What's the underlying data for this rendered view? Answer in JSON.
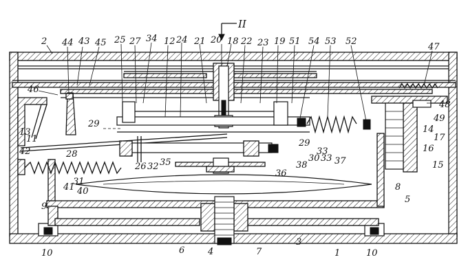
{
  "section_mark": "II",
  "labels": [
    "2",
    "44",
    "43",
    "45",
    "25",
    "27",
    "34",
    "12",
    "24",
    "21",
    "20",
    "18",
    "22",
    "23",
    "19",
    "51",
    "54",
    "53",
    "52",
    "47",
    "46",
    "48",
    "49",
    "14",
    "17",
    "16",
    "15",
    "13",
    "11",
    "42",
    "29",
    "29",
    "28",
    "26",
    "32",
    "31",
    "35",
    "38",
    "30",
    "33",
    "33",
    "36",
    "37",
    "41",
    "40",
    "8",
    "5",
    "9",
    "6",
    "4",
    "7",
    "3",
    "1",
    "10",
    "10"
  ]
}
